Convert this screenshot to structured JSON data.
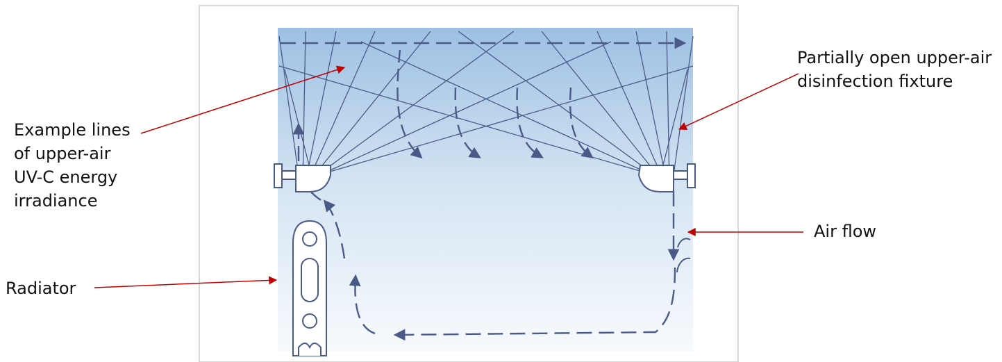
{
  "labels": {
    "fixture": [
      "Partially open upper-air",
      "disinfection fixture"
    ],
    "irradiance": [
      "Example lines",
      "of upper-air",
      "UV-C energy",
      "irradiance"
    ],
    "air_flow": "Air flow",
    "radiator": "Radiator"
  },
  "colors": {
    "annotation": "#c00000",
    "flow_arrow": "#4a5a86",
    "room_top": "#9dc0e3",
    "room_bottom": "#ffffff",
    "frame": "#cccccc"
  }
}
